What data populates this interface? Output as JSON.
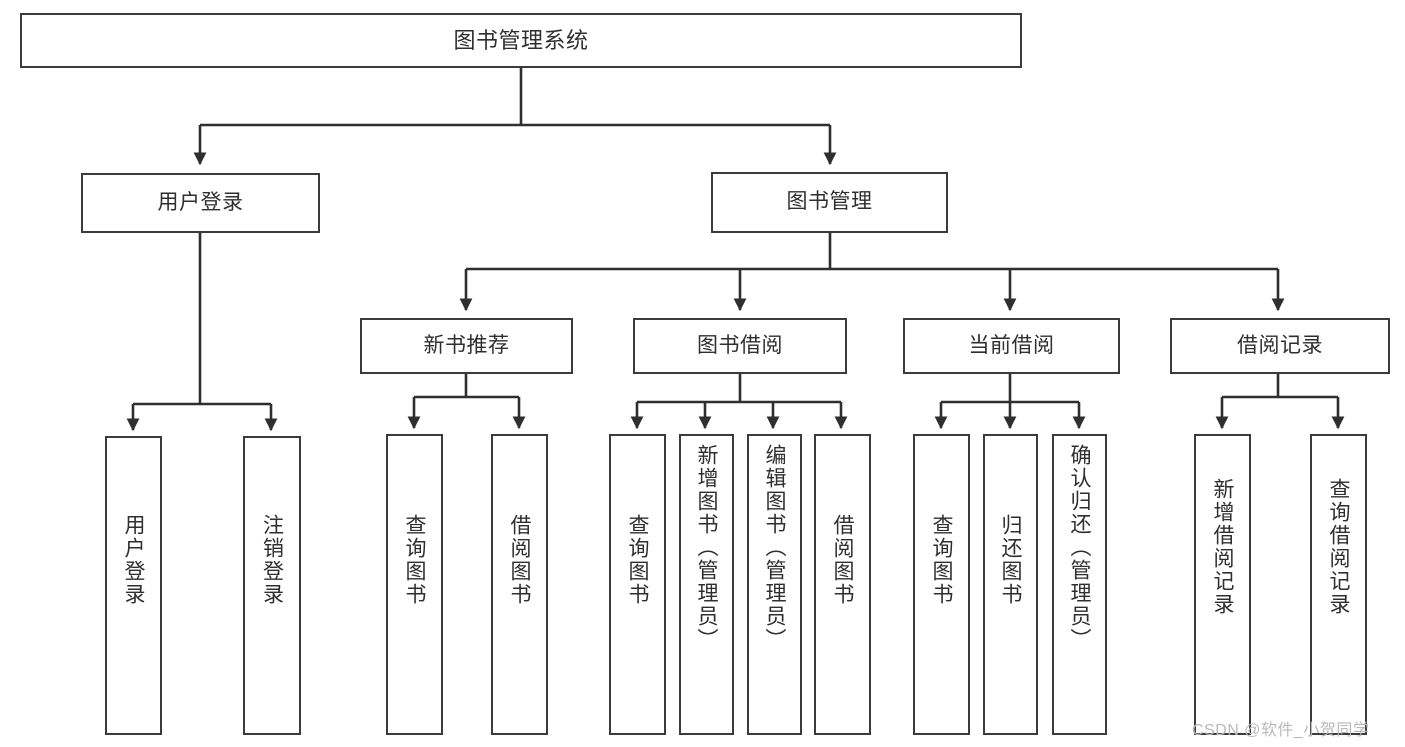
{
  "diagram": {
    "title": "图书管理系统",
    "type": "hierarchy-tree",
    "root": {
      "label": "图书管理系统"
    },
    "level1": [
      {
        "id": "user-login",
        "label": "用户登录"
      },
      {
        "id": "book-management",
        "label": "图书管理"
      }
    ],
    "level2": [
      {
        "id": "new-book-recommend",
        "label": "新书推荐",
        "parent": "book-management"
      },
      {
        "id": "book-borrow",
        "label": "图书借阅",
        "parent": "book-management"
      },
      {
        "id": "current-borrow",
        "label": "当前借阅",
        "parent": "book-management"
      },
      {
        "id": "borrow-record",
        "label": "借阅记录",
        "parent": "book-management"
      }
    ],
    "leaves": [
      {
        "id": "leaf-user-login",
        "label": "用户登录",
        "parent": "user-login"
      },
      {
        "id": "leaf-logout-login",
        "label": "注销登录",
        "parent": "user-login"
      },
      {
        "id": "leaf-query-book-1",
        "label": "查询图书",
        "parent": "new-book-recommend"
      },
      {
        "id": "leaf-borrow-book-1",
        "label": "借阅图书",
        "parent": "new-book-recommend"
      },
      {
        "id": "leaf-query-book-2",
        "label": "查询图书",
        "parent": "book-borrow"
      },
      {
        "id": "leaf-add-book",
        "label": "新增图书（管理员）",
        "parent": "book-borrow"
      },
      {
        "id": "leaf-edit-book",
        "label": "编辑图书（管理员）",
        "parent": "book-borrow"
      },
      {
        "id": "leaf-borrow-book-2",
        "label": "借阅图书",
        "parent": "book-borrow"
      },
      {
        "id": "leaf-query-book-3",
        "label": "查询图书",
        "parent": "current-borrow"
      },
      {
        "id": "leaf-return-book",
        "label": "归还图书",
        "parent": "current-borrow"
      },
      {
        "id": "leaf-confirm-return",
        "label": "确认归还（管理员）",
        "parent": "current-borrow"
      },
      {
        "id": "leaf-add-record",
        "label": "新增借阅记录",
        "parent": "borrow-record"
      },
      {
        "id": "leaf-query-record",
        "label": "查询借阅记录",
        "parent": "borrow-record"
      }
    ]
  },
  "watermark": {
    "text": "CSDN @软件_小贺同学"
  },
  "colors": {
    "box_border": "#3b3b3b",
    "box_fill": "#ffffff",
    "text": "#2f2f2f",
    "connector": "#2f2f2f",
    "watermark": "#b9b9b9",
    "background": "#ffffff"
  }
}
